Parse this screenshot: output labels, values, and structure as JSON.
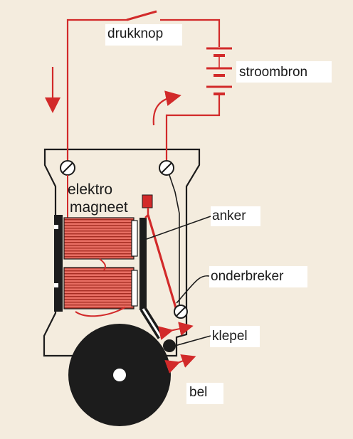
{
  "labels": {
    "drukknop": "drukknop",
    "stroombron": "stroombron",
    "elektro": "elektro",
    "magneet": "magneet",
    "anker": "anker",
    "onderbreker": "onderbreker",
    "klepel": "klepel",
    "bel": "bel"
  },
  "colors": {
    "paper": "#f4ecde",
    "wire": "#d22a2a",
    "ink": "#1c1c1c",
    "coil": "#d9534a",
    "label_bg": "#ffffff"
  }
}
